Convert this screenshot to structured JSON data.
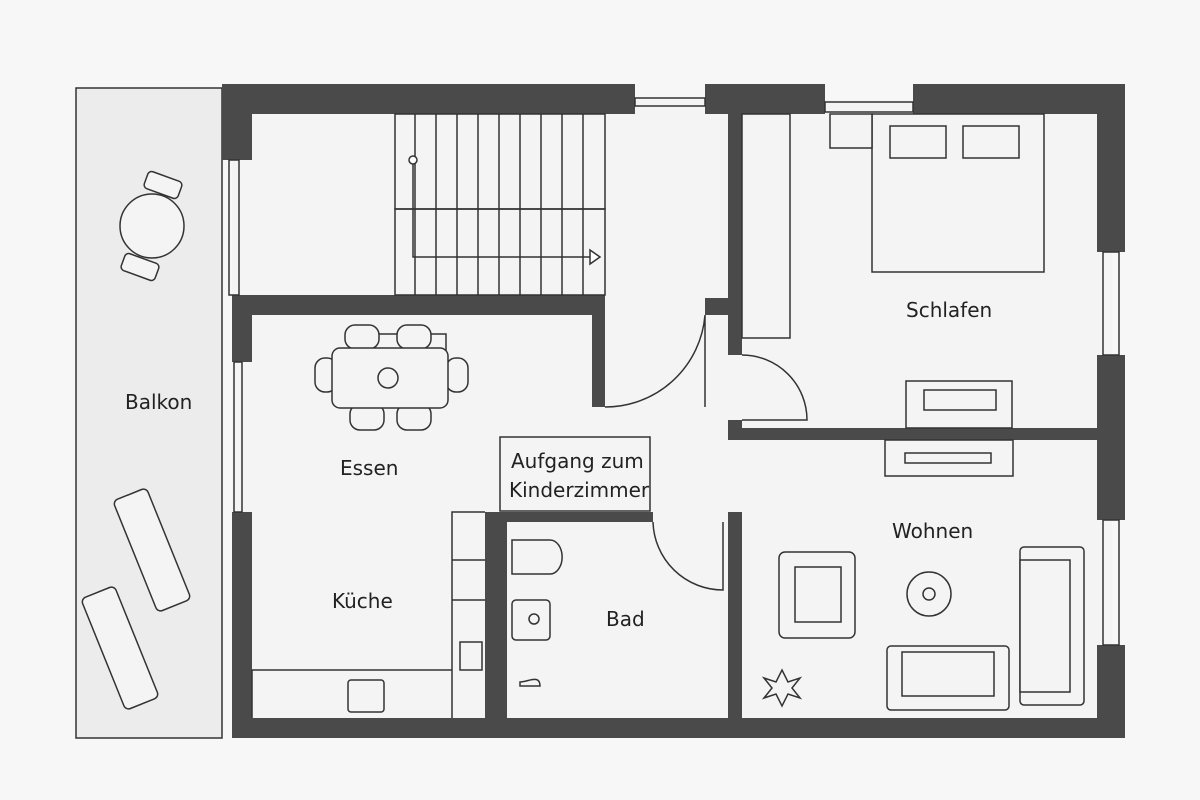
{
  "plan": {
    "rooms": {
      "balkon": "Balkon",
      "essen": "Essen",
      "kueche": "Küche",
      "aufgang_line1": "Aufgang zum",
      "aufgang_line2": "Kinderzimmer",
      "bad": "Bad",
      "schlafen": "Schlafen",
      "wohnen": "Wohnen"
    },
    "colors": {
      "wall": "#4a4a4a",
      "balcony": "#ececec",
      "floor": "#f4f4f4"
    }
  }
}
